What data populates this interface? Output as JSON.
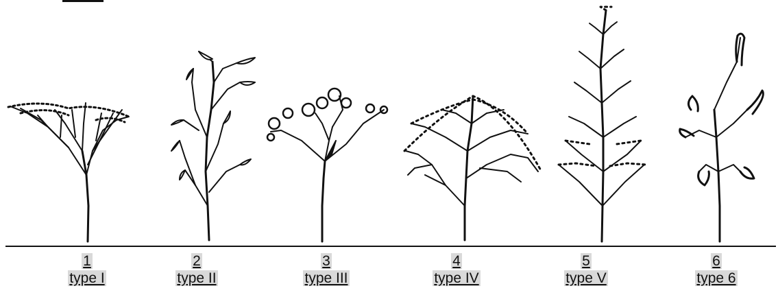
{
  "figures": [
    {
      "number": "1",
      "label": "type I"
    },
    {
      "number": "2",
      "label": "type II"
    },
    {
      "number": "3",
      "label": "type III"
    },
    {
      "number": "4",
      "label": "type IV"
    },
    {
      "number": "5",
      "label": "type V"
    },
    {
      "number": "6",
      "label": "type 6"
    }
  ],
  "ink_color": "#111111",
  "caption_highlight": "#d9d9d9"
}
